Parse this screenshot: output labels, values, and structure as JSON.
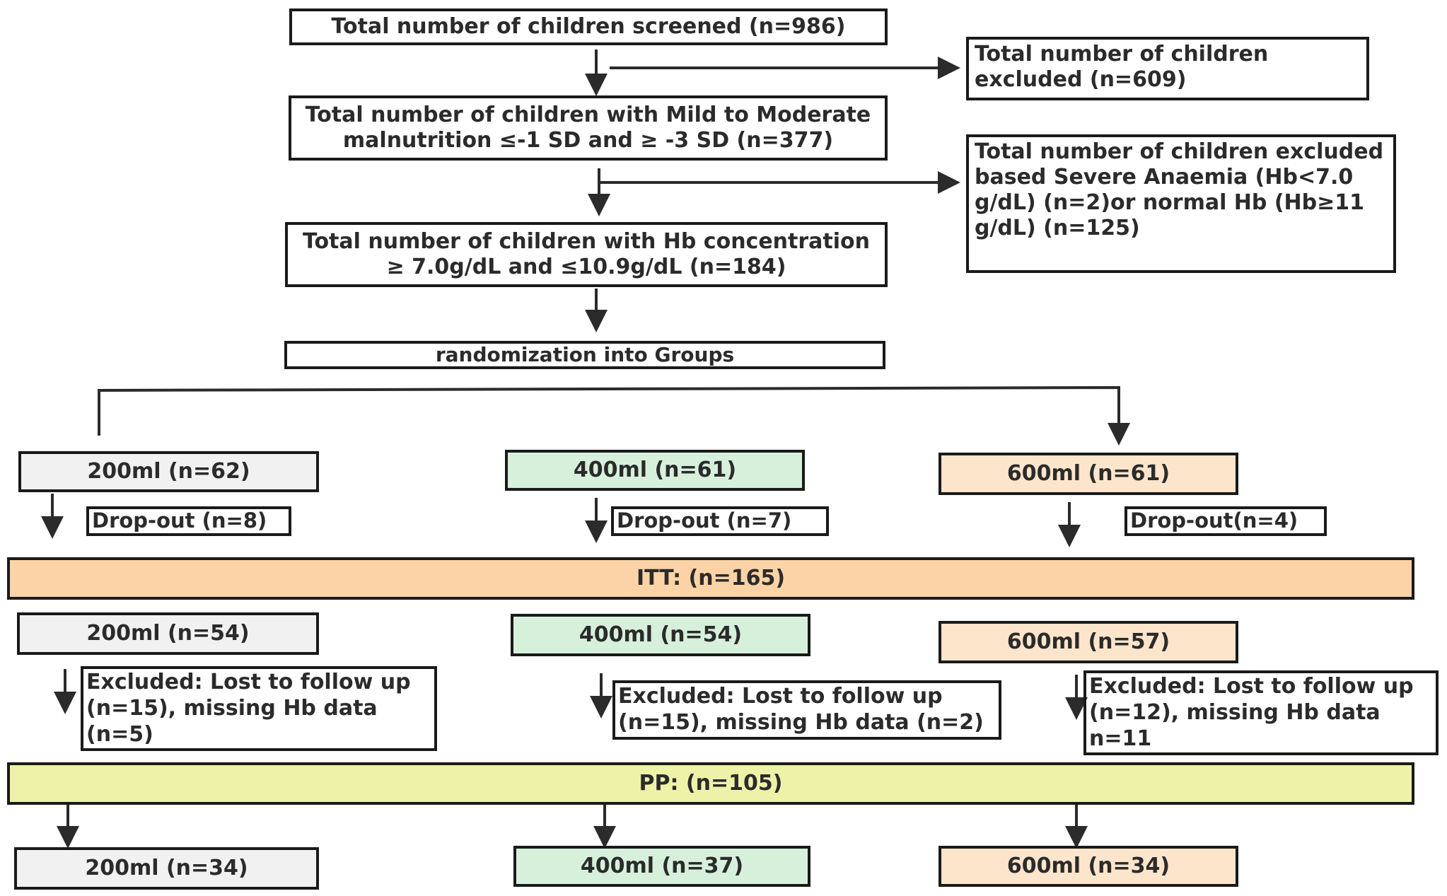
{
  "screening": {
    "screened": "Total number of children screened (n=986)",
    "excluded1": "Total number of children excluded (n=609)",
    "malnutrition_line1": "Total number of children with Mild to Moderate",
    "malnutrition_line2": "malnutrition ≤-1 SD and ≥ -3 SD (n=377)",
    "excluded2": "Total number of children excluded based Severe Anaemia (Hb<7.0 g/dL) (n=2)or normal Hb (Hb≥11 g/dL) (n=125)",
    "hb_line1": "Total number of children with Hb concentration",
    "hb_line2": "≥ 7.0g/dL and ≤10.9g/dL   (n=184)",
    "randomization": "randomization into Groups"
  },
  "groups_allocated": {
    "g200": "200ml (n=62)",
    "g400": "400ml (n=61)",
    "g600": "600ml (n=61)"
  },
  "dropouts": {
    "d200": "Drop-out (n=8)",
    "d400": "Drop-out (n=7)",
    "d600": "Drop-out(n=4)"
  },
  "itt": "ITT: (n=165)",
  "groups_itt": {
    "g200": "200ml (n=54)",
    "g400": "400ml (n=54)",
    "g600": "600ml (n=57)"
  },
  "exclusions": {
    "e200": "Excluded: Lost to follow up (n=15), missing Hb data (n=5)",
    "e400": "Excluded: Lost to follow up (n=15), missing Hb data (n=2)",
    "e600": "Excluded: Lost to follow up (n=12), missing Hb data n=11"
  },
  "pp": "PP: (n=105)",
  "groups_pp": {
    "g200": "200ml (n=34)",
    "g400": "400ml (n=37)",
    "g600": "600ml (n=34)"
  },
  "colors": {
    "line": "#1a1a1a",
    "g200_fill": "#f1f1f1",
    "g400_fill": "#d6f0dc",
    "g600_fill": "#fde5cc",
    "itt_fill": "#fbd3a6",
    "pp_fill": "#eef2a8"
  }
}
